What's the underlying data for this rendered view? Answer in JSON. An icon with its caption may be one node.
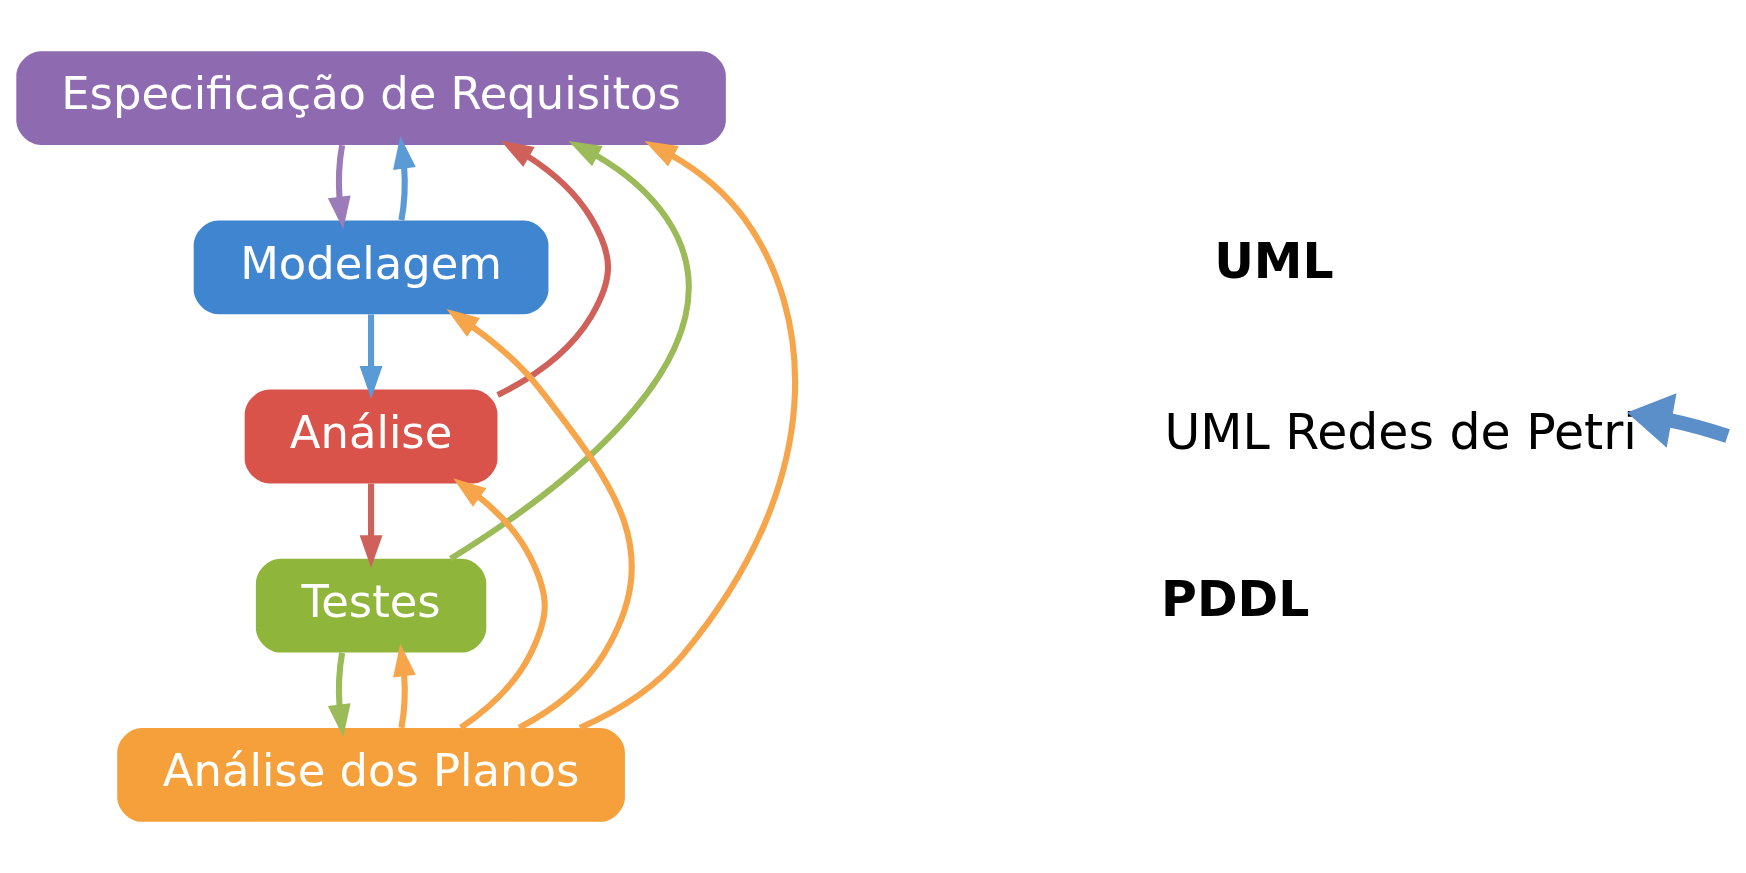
{
  "diagram": {
    "nodes": [
      {
        "text": [
          "Especificação de Requisitos"
        ]
      },
      {
        "text": [
          "Modelagem"
        ]
      },
      {
        "text": [
          "Análise"
        ]
      },
      {
        "text": [
          "Testes"
        ]
      },
      {
        "text": [
          "Análise dos Planos"
        ]
      },
      {
        "text": [
          "UML Redes de Petri"
        ]
      }
    ],
    "edges": [
      {
        "from": 0,
        "to": 1,
        "arrow": "to",
        "color": "#9b7bb8"
      },
      {
        "from": 1,
        "to": 2,
        "arrow": "to",
        "color": "#5b9bd5"
      },
      {
        "from": 2,
        "to": 3,
        "arrow": "to",
        "color": "#d0605a"
      },
      {
        "from": 3,
        "to": 4,
        "arrow": "to",
        "color": "#9bbb59"
      },
      {
        "from": 1,
        "to": 0,
        "arrow": "to",
        "color": "#5b9bd5"
      },
      {
        "from": 2,
        "to": 0,
        "arrow": "to",
        "color": "#d0605a"
      },
      {
        "from": 3,
        "to": 0,
        "arrow": "to",
        "color": "#9bbb59"
      },
      {
        "from": 4,
        "to": 0,
        "arrow": "to",
        "color": "#f7a54a"
      },
      {
        "from": 4,
        "to": 1,
        "arrow": "to",
        "color": "#f7a54a"
      },
      {
        "from": 4,
        "to": 2,
        "arrow": "to",
        "color": "#f7a54a"
      },
      {
        "from": 4,
        "to": 3,
        "arrow": "to",
        "color": "#f7a54a"
      },
      {
        "from": null,
        "to": 5,
        "arrow": "to",
        "style": "thick",
        "color": "#5b8fc9"
      }
    ],
    "labels": [
      "UML",
      "PDDL"
    ]
  }
}
